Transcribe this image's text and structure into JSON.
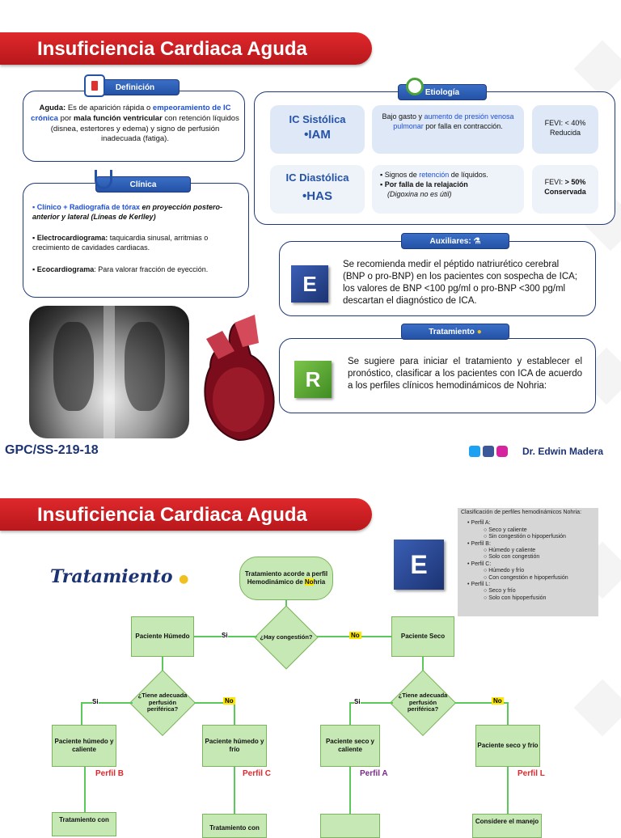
{
  "top": {
    "title": "Insuficiencia Cardiaca Aguda",
    "definicion": {
      "label": "Definición",
      "p1": "Aguda:",
      "p2": " Es de aparición rápida o ",
      "p3": "empeoramiento de IC crónica",
      "p4": " por ",
      "p5": "mala función ventricular",
      "p6": " con retención líquidos (disnea, estertores y edema) y signo de perfusión inadecuada (fatiga)."
    },
    "clinica": {
      "label": "Clínica",
      "i1a": "Clínico + Radiografía de tórax",
      "i1b": " en proyección postero-anterior y lateral (Líneas de Kerlley)",
      "i2a": "Electrocardiograma:",
      "i2b": " taquicardia sinusal, arritmias o crecimiento de cavidades cardiacas.",
      "i3a": "Ecocardiograma",
      "i3b": ": Para valorar fracción de eyección."
    },
    "etiologia": {
      "label": "Etiología",
      "sist_title": "IC Sistólica",
      "sist_sub": "•IAM",
      "sist_desc1": "Bajo gasto y ",
      "sist_desc2": "aumento de presión venosa pulmonar",
      "sist_desc3": " por falla en contracción.",
      "sist_fevi1": "FEVI: < 40%",
      "sist_fevi2": "Reducida",
      "diast_title": "IC Diastólica",
      "diast_sub": "•HAS",
      "diast_b1a": "Signos de ",
      "diast_b1b": "retención",
      "diast_b1c": " de líquidos.",
      "diast_b2a": "Por falla de la relajación",
      "diast_b2b": "(Digoxina no es útil)",
      "diast_fevi1": "FEVI: ",
      "diast_fevi1b": "> 50%",
      "diast_fevi2": "Conservada"
    },
    "auxiliares": {
      "label": "Auxiliares:",
      "badge": "E",
      "text": "Se recomienda medir el péptido natriurético cerebral (BNP o pro-BNP) en los pacientes con sospecha de ICA; los valores de BNP <100 pg/ml o pro-BNP <300 pg/ml descartan el diagnóstico de ICA."
    },
    "tratamiento": {
      "label": "Tratamiento",
      "badge": "R",
      "text": "Se sugiere para iniciar el tratamiento y establecer el pronóstico, clasificar a los pacientes con ICA de acuerdo a los perfiles clínicos hemodinámicos de Nohria:"
    },
    "footer_left": "GPC/SS-219-18",
    "footer_right": "Dr. Edwin Madera"
  },
  "bottom": {
    "title": "Insuficiencia Cardiaca Aguda",
    "tratamiento_heading": "Tratamiento",
    "badge": "E",
    "nohria": {
      "title": "Clasificación de perfiles hemodinámicos Nohria:",
      "a": "Perfil A:",
      "a1": "Seco y caliente",
      "a2": "Sin congestión o hipoperfusión",
      "b": "Perfil B:",
      "b1": "Húmedo y caliente",
      "b2": "Solo con congestión",
      "c": "Perfil C:",
      "c1": "Húmedo y frío",
      "c2": "Con congestión e hipoperfusión",
      "l": "Perfil L:",
      "l1": "Seco y frío",
      "l2": "Solo con hipoperfusión"
    },
    "flow": {
      "start_a": "Tratamiento acorde a perfil Hemodinámico de ",
      "start_b": "No",
      "start_c": "hria",
      "q1": "¿Hay congestión?",
      "si": "Si",
      "no": "No",
      "humedo": "Paciente Húmedo",
      "seco": "Paciente Seco",
      "q2": "¿Tiene adecuada perfusión periférica?",
      "hc": "Paciente húmedo y caliente",
      "hf": "Paciente húmedo y frío",
      "sc": "Paciente seco y caliente",
      "sf": "Paciente seco y frío",
      "pb": "Perfil B",
      "pc": "Perfil C",
      "pa": "Perfil A",
      "pl": "Perfil L",
      "t1": "Tratamiento con",
      "t2": "Tratamiento con",
      "t4": "Considere el manejo"
    }
  }
}
